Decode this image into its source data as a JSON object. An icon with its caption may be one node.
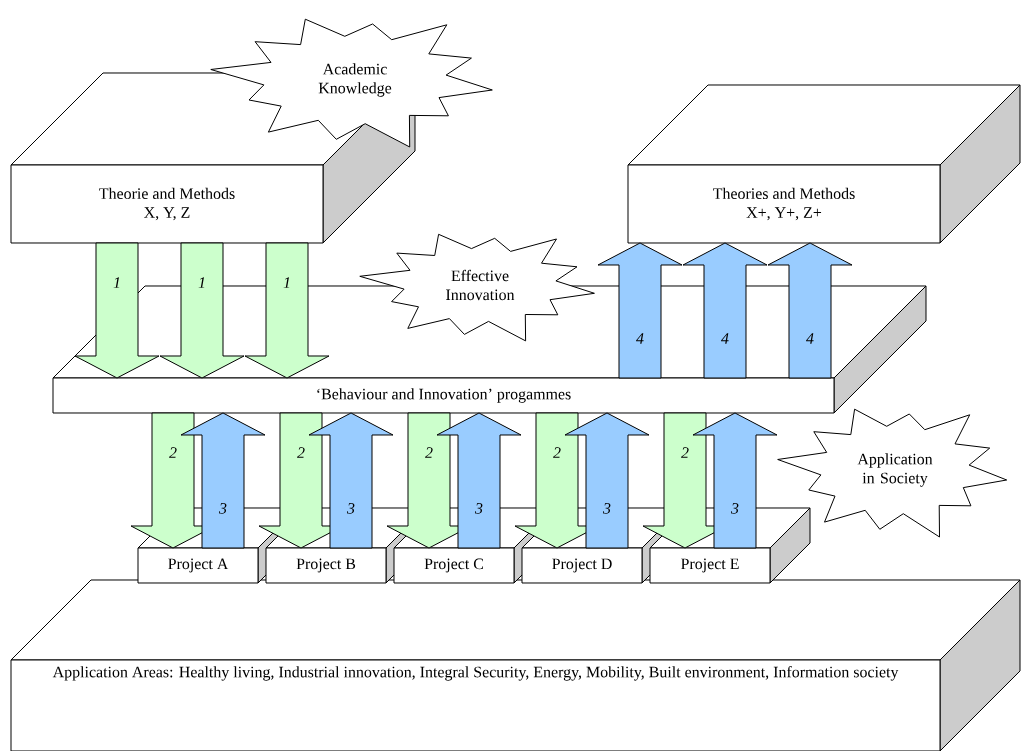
{
  "diagram": {
    "nodes": [
      {
        "text": [
          "Theorie and Methods",
          "X, Y, Z"
        ]
      },
      {
        "text": [
          "Academic Knowledge"
        ]
      },
      {
        "text": [
          "Theories and Methods",
          "X+, Y+, Z+"
        ]
      },
      {
        "text": [
          "Effective Innovation"
        ]
      },
      {
        "text": [
          "‘Behaviour and Innovation’ progammes"
        ]
      },
      {
        "text": [
          "Application in Society"
        ]
      },
      {
        "text": [
          "Project A"
        ]
      },
      {
        "text": [
          "Project B"
        ]
      },
      {
        "text": [
          "Project C"
        ]
      },
      {
        "text": [
          "Project D"
        ]
      },
      {
        "text": [
          "Project E"
        ]
      },
      {
        "text": [
          "Application Areas: Healthy living, Industrial innovation, Integral Security, Energy, Mobility, Built environment, Information society"
        ]
      }
    ],
    "edges": [
      {
        "from": 0,
        "to": 4,
        "arrow": "to",
        "label": "1",
        "color": "#ccffcc"
      },
      {
        "from": 0,
        "to": 4,
        "arrow": "to",
        "label": "1",
        "color": "#ccffcc"
      },
      {
        "from": 0,
        "to": 4,
        "arrow": "to",
        "label": "1",
        "color": "#ccffcc"
      },
      {
        "from": 4,
        "to": 2,
        "arrow": "to",
        "label": "4",
        "color": "#99ccff"
      },
      {
        "from": 4,
        "to": 2,
        "arrow": "to",
        "label": "4",
        "color": "#99ccff"
      },
      {
        "from": 4,
        "to": 2,
        "arrow": "to",
        "label": "4",
        "color": "#99ccff"
      },
      {
        "from": 4,
        "to": 6,
        "arrow": "to",
        "label": "2",
        "color": "#ccffcc"
      },
      {
        "from": 6,
        "to": 4,
        "arrow": "to",
        "label": "3",
        "color": "#99ccff"
      },
      {
        "from": 4,
        "to": 7,
        "arrow": "to",
        "label": "2",
        "color": "#ccffcc"
      },
      {
        "from": 7,
        "to": 4,
        "arrow": "to",
        "label": "3",
        "color": "#99ccff"
      },
      {
        "from": 4,
        "to": 8,
        "arrow": "to",
        "label": "2",
        "color": "#ccffcc"
      },
      {
        "from": 8,
        "to": 4,
        "arrow": "to",
        "label": "3",
        "color": "#99ccff"
      },
      {
        "from": 4,
        "to": 9,
        "arrow": "to",
        "label": "2",
        "color": "#ccffcc"
      },
      {
        "from": 9,
        "to": 4,
        "arrow": "to",
        "label": "3",
        "color": "#99ccff"
      },
      {
        "from": 4,
        "to": 10,
        "arrow": "to",
        "label": "2",
        "color": "#ccffcc"
      },
      {
        "from": 10,
        "to": 4,
        "arrow": "to",
        "label": "3",
        "color": "#99ccff"
      }
    ]
  }
}
